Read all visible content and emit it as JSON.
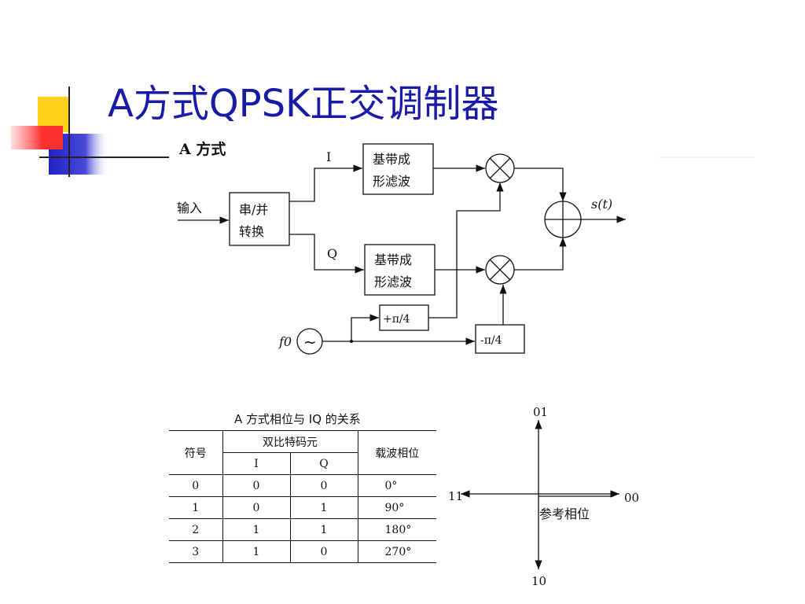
{
  "slide": {
    "title": "A方式QPSK正交调制器"
  },
  "block_diagram": {
    "label": "A 方式",
    "input_label": "输入",
    "sp_block": [
      "串/并",
      "转换"
    ],
    "i_label": "I",
    "q_label": "Q",
    "filter_block": [
      "基带成",
      "形滤波"
    ],
    "output_label": "s(t)",
    "osc_label": "f0",
    "osc_symbol": "~",
    "phase_plus": "+π/4",
    "phase_minus": "-π/4"
  },
  "phase_table": {
    "caption": "A 方式相位与 IQ 的关系",
    "col_symbol": "符号",
    "col_bits": "双比特码元",
    "col_i": "I",
    "col_q": "Q",
    "col_phase": "载波相位",
    "rows": [
      {
        "symbol": "0",
        "i": "0",
        "q": "0",
        "phase": "0°"
      },
      {
        "symbol": "1",
        "i": "0",
        "q": "1",
        "phase": "90°"
      },
      {
        "symbol": "2",
        "i": "1",
        "q": "1",
        "phase": "180°"
      },
      {
        "symbol": "3",
        "i": "1",
        "q": "0",
        "phase": "270°"
      }
    ]
  },
  "constellation": {
    "top": "01",
    "right": "00",
    "left": "11",
    "bottom": "10",
    "caption": "参考相位"
  }
}
